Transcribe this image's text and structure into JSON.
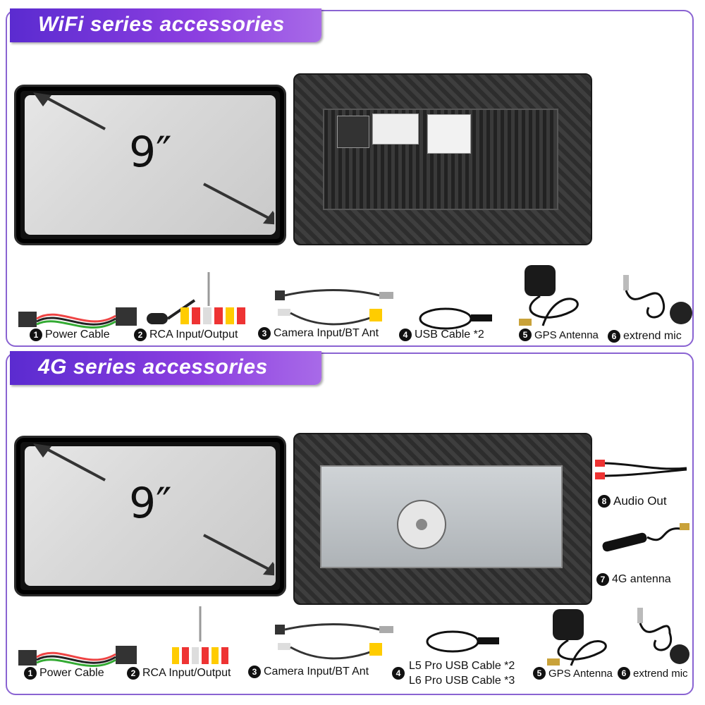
{
  "sections": {
    "wifi": {
      "title": "WiFi series accessories",
      "screen_size": "9″",
      "items": [
        {
          "num": "1",
          "label": "Power Cable"
        },
        {
          "num": "2",
          "label": "RCA Input/Output"
        },
        {
          "num": "3",
          "label": "Camera Input/BT Ant"
        },
        {
          "num": "4",
          "label": "USB Cable *2"
        },
        {
          "num": "5",
          "label": "GPS Antenna"
        },
        {
          "num": "6",
          "label": "extrend mic"
        }
      ]
    },
    "g4": {
      "title": "4G series accessories",
      "screen_size": "9″",
      "items": [
        {
          "num": "1",
          "label": "Power Cable"
        },
        {
          "num": "2",
          "label": "RCA Input/Output"
        },
        {
          "num": "3",
          "label": "Camera Input/BT Ant"
        },
        {
          "num": "4",
          "label": "L5 Pro USB Cable *2",
          "label2": "L6 Pro USB Cable *3"
        },
        {
          "num": "5",
          "label": "GPS Antenna"
        },
        {
          "num": "6",
          "label": "extrend mic"
        },
        {
          "num": "7",
          "label": "4G antenna"
        },
        {
          "num": "8",
          "label": "Audio Out"
        }
      ]
    }
  },
  "colors": {
    "banner_start": "#5b2bd0",
    "banner_end": "#a86ae8",
    "border": "#8a63d2"
  },
  "icons": [
    "arrow-icon",
    "power-cable-icon",
    "rca-cable-icon",
    "camera-cable-icon",
    "usb-cable-icon",
    "gps-antenna-icon",
    "mic-icon",
    "4g-antenna-icon",
    "audio-out-icon"
  ]
}
